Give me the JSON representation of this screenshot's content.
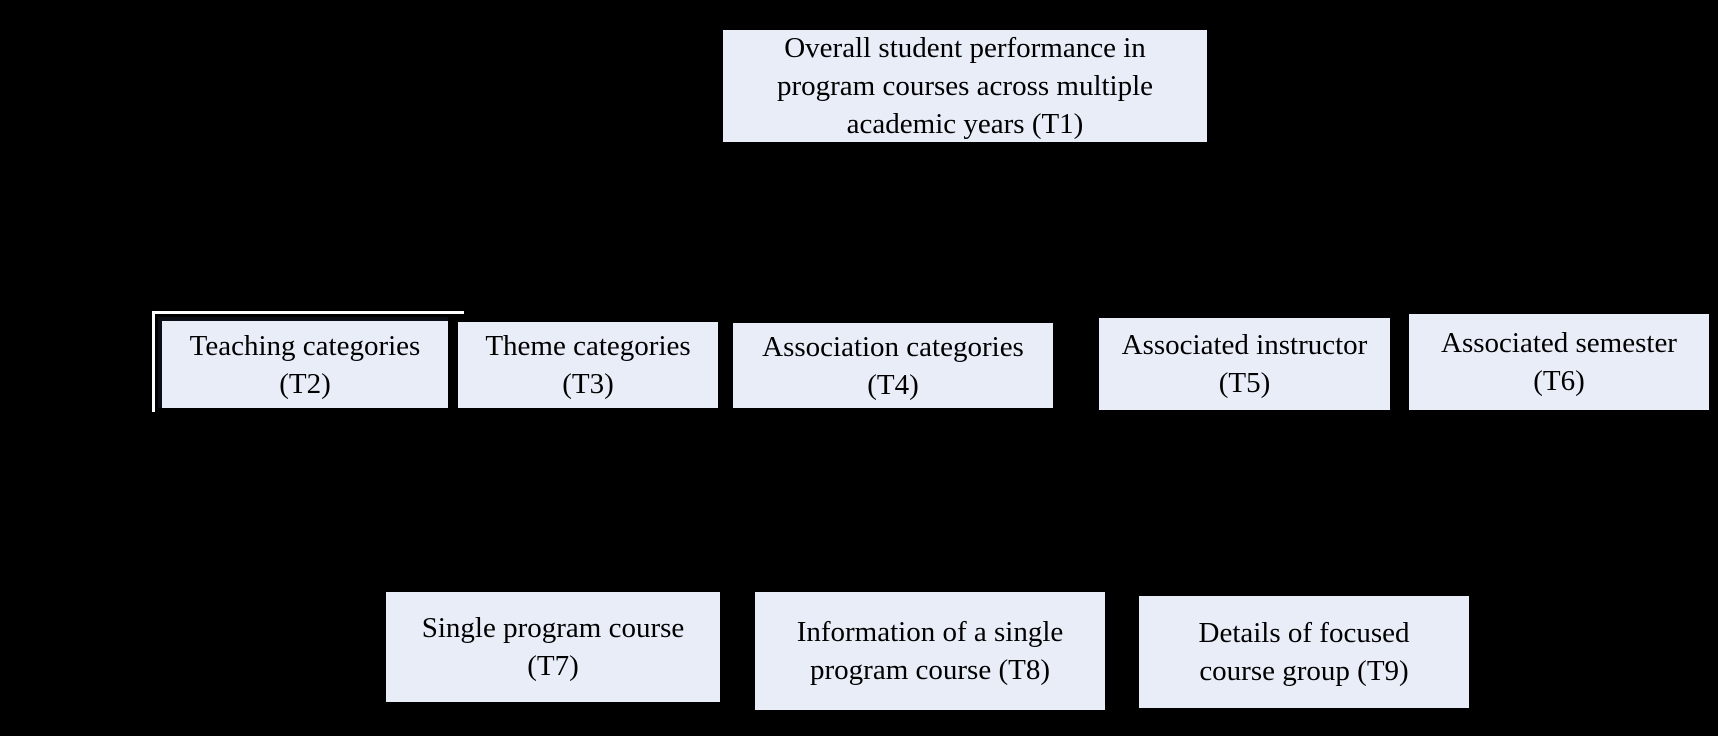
{
  "diagram": {
    "colors": {
      "background": "#000000",
      "node_fill": "#e8edf8",
      "node_text": "#000000",
      "highlight_border": "#0c0e15",
      "highlight_outline": "#ffffff"
    },
    "nodes": {
      "t1": {
        "id": "T1",
        "lines": [
          "Overall student performance in",
          "program courses across multiple",
          "academic years (T1)"
        ]
      },
      "t2": {
        "id": "T2",
        "lines": [
          "Teaching categories",
          "(T2)"
        ]
      },
      "t3": {
        "id": "T3",
        "lines": [
          "Theme categories",
          "(T3)"
        ]
      },
      "t4": {
        "id": "T4",
        "lines": [
          "Association categories",
          "(T4)"
        ]
      },
      "t5": {
        "id": "T5",
        "lines": [
          "Associated instructor",
          "(T5)"
        ]
      },
      "t6": {
        "id": "T6",
        "lines": [
          "Associated semester",
          "(T6)"
        ]
      },
      "t7": {
        "id": "T7",
        "lines": [
          "Single program course",
          "(T7)"
        ]
      },
      "t8": {
        "id": "T8",
        "lines": [
          "Information of a single",
          "program course (T8)"
        ]
      },
      "t9": {
        "id": "T9",
        "lines": [
          "Details of focused",
          "course group (T9)"
        ]
      }
    }
  }
}
